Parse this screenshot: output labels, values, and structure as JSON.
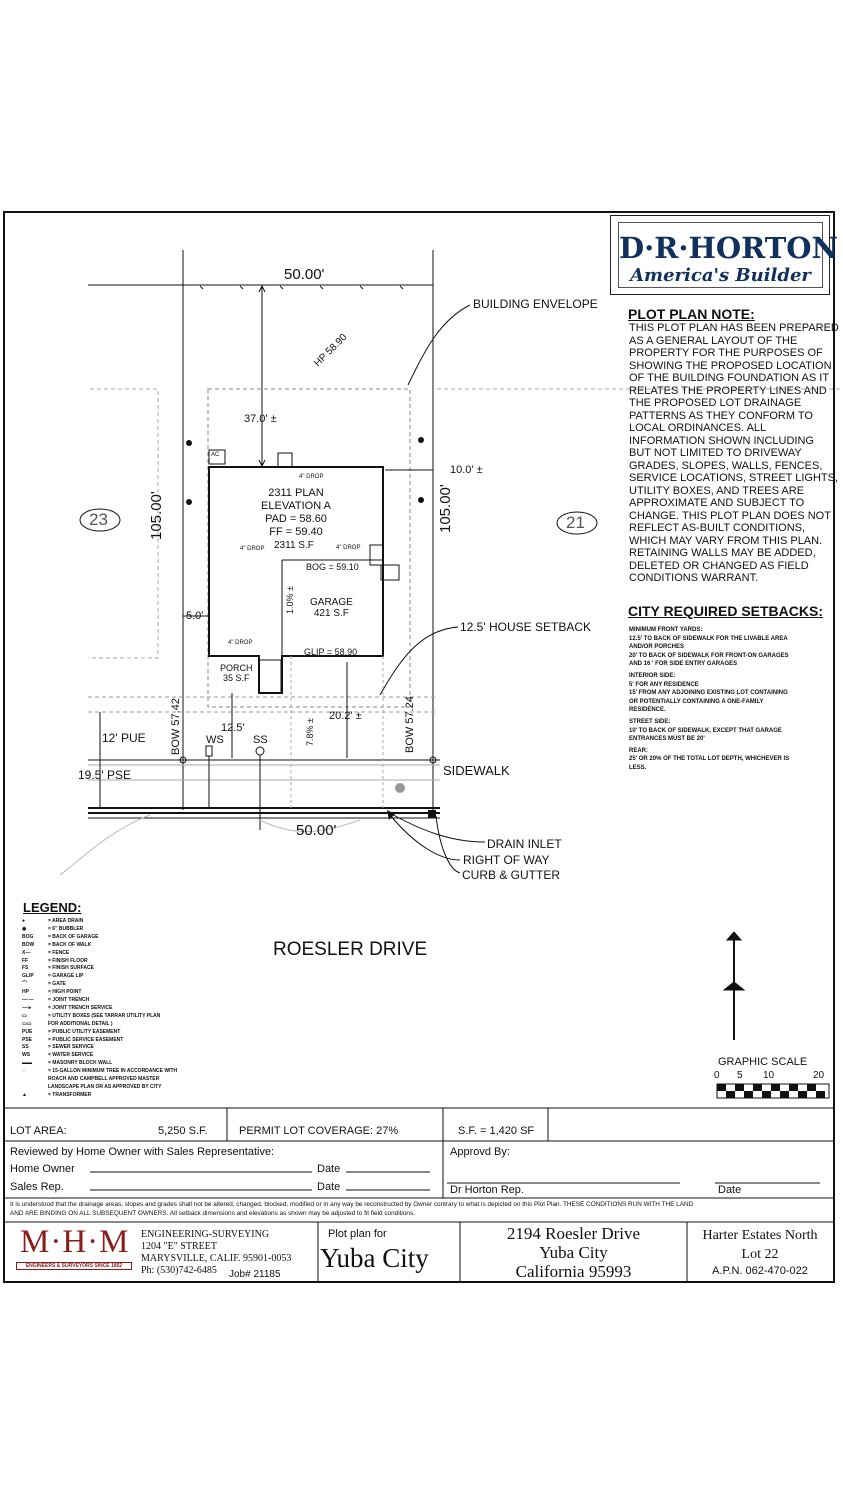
{
  "logo": {
    "brand": "D·R·HORTON",
    "tagline": "America's Builder"
  },
  "plot_note": {
    "title": "PLOT PLAN NOTE:",
    "lines": [
      "THIS PLOT PLAN HAS BEEN PREPARED",
      "AS A GENERAL LAYOUT OF THE",
      "PROPERTY FOR THE PURPOSES OF",
      "SHOWING THE PROPOSED LOCATION",
      "OF THE BUILDING FOUNDATION AS IT",
      "RELATES THE PROPERTY LINES AND",
      "THE PROPOSED LOT DRAINAGE",
      "PATTERNS AS THEY CONFORM TO",
      "LOCAL ORDINANCES. ALL",
      "INFORMATION SHOWN INCLUDING",
      "BUT NOT LIMITED TO DRIVEWAY",
      "GRADES, SLOPES, WALLS, FENCES,",
      "SERVICE LOCATIONS, STREET LIGHTS,",
      "UTILITY BOXES, AND TREES ARE",
      "APPROXIMATE AND SUBJECT TO",
      "CHANGE. THIS PLOT PLAN DOES NOT",
      "REFLECT AS-BUILT CONDITIONS,",
      "WHICH MAY VARY FROM THIS PLAN.",
      "RETAINING WALLS MAY BE ADDED,",
      "DELETED OR CHANGED AS FIELD",
      "CONDITIONS WARRANT."
    ]
  },
  "setbacks": {
    "title": "CITY REQUIRED SETBACKS:",
    "lines": [
      "MINIMUM FRONT YARDS:",
      "12.5' TO BACK OF SIDEWALK FOR THE LIVABLE AREA",
      "AND/OR PORCHES",
      "20' TO BACK OF SIDEWALK FOR FRONT-ON GARAGES",
      "AND 16 ' FOR SIDE ENTRY GARAGES",
      "",
      "INTERIOR SIDE:",
      "5' FOR ANY RESIDENCE",
      "15' FROM ANY ADJOINING EXISTING LOT CONTAINING",
      "OR POTENTIALLY CONTAINING A ONE-FAMILY",
      "RESIDENCE.",
      "",
      "STREET SIDE:",
      "10' TO BACK OF SIDEWALK, EXCEPT THAT GARAGE",
      "ENTRANCES MUST BE 20'",
      "",
      "REAR:",
      "25' OR 20% OF THE TOTAL LOT DEPTH, WHICHEVER IS",
      "LESS."
    ]
  },
  "plan": {
    "top_width": "50.00'",
    "bottom_width": "50.00'",
    "left_depth": "105.00'",
    "right_depth": "105.00'",
    "building_envelope": "BUILDING ENVELOPE",
    "hp": "HP 58.90",
    "rear_setback": "37.0' ±",
    "side_setback_right": "10.0' ±",
    "side_setback_left": "5.0'",
    "lot_left": "23",
    "lot_right": "21",
    "ac": "AC",
    "drop": "4\" DROP",
    "plan_name": "2311 PLAN",
    "elevation": "ELEVATION A",
    "pad": "PAD = 58.60",
    "ff": "FF = 59.40",
    "house_sf": "2311 S.F",
    "bog": "BOG = 59.10",
    "slope": "1.0% ±",
    "garage": "GARAGE",
    "garage_sf": "421 S.F",
    "glip": "GLIP = 58.90",
    "house_setback": "12.5' HOUSE SETBACK",
    "porch": "PORCH",
    "porch_sf": "35 S.F",
    "front_12_5": "12.5'",
    "front_20_2": "20.2' ±",
    "drive_slope": "7.8% ±",
    "pue": "12' PUE",
    "pse": "19.5' PSE",
    "bow_left": "BOW 57.42",
    "bow_right": "BOW 57.24",
    "ws": "WS",
    "ss": "SS",
    "sidewalk": "SIDEWALK",
    "drain_inlet": "DRAIN INLET",
    "right_of_way": "RIGHT OF WAY",
    "curb": "CURB & GUTTER",
    "street": "ROESLER DRIVE"
  },
  "legend": {
    "title": "LEGEND:",
    "items": [
      {
        "k": "●",
        "v": "= AREA DRAIN"
      },
      {
        "k": "◉",
        "v": "= 6\" BUBBLER"
      },
      {
        "k": "BOG",
        "v": "= BACK OF GARAGE"
      },
      {
        "k": "BOW",
        "v": "= BACK OF WALK"
      },
      {
        "k": "X—",
        "v": "= FENCE"
      },
      {
        "k": "FF",
        "v": "= FINISH FLOOR"
      },
      {
        "k": "FS",
        "v": "= FINISH SURFACE"
      },
      {
        "k": "GLIP",
        "v": "= GARAGE LIP"
      },
      {
        "k": "⌒",
        "v": "= GATE"
      },
      {
        "k": "HP",
        "v": "= HIGH POINT"
      },
      {
        "k": "—·—",
        "v": "= JOINT TRENCH"
      },
      {
        "k": "—·▸",
        "v": "= JOINT TRENCH SERVICE"
      },
      {
        "k": "▭",
        "v": "= UTILITY BOXES (SEE TARRAR UTILITY PLAN"
      },
      {
        "k": "▭▭",
        "v": "FOR ADDITIONAL DETAIL )"
      },
      {
        "k": "PUE",
        "v": "= PUBLIC UTILITY EASEMENT"
      },
      {
        "k": "PSE",
        "v": "= PUBLIC SERVICE EASEMENT"
      },
      {
        "k": "SS",
        "v": "= SEWER SERVICE"
      },
      {
        "k": "WS",
        "v": "= WATER SERVICE"
      },
      {
        "k": "▬▬",
        "v": "= MASONRY BLOCK WALL"
      },
      {
        "k": "◌",
        "v": "= 15-GALLON MINIMUM TREE IN ACCORDANCE WITH"
      },
      {
        "k": "",
        "v": "ROACH AND CAMPBELL APPROVED MASTER"
      },
      {
        "k": "",
        "v": "LANDSCAPE PLAN OR AS APPROVED BY CITY"
      },
      {
        "k": "▲",
        "v": "= TRANSFORMER"
      }
    ]
  },
  "scale": {
    "title": "GRAPHIC SCALE",
    "ticks": [
      "0",
      "5",
      "10",
      "20"
    ]
  },
  "info": {
    "lot_area_label": "LOT AREA:",
    "lot_area_value": "5,250 S.F.",
    "coverage": "PERMIT LOT COVERAGE: 27%",
    "sf": "S.F. = 1,420 SF",
    "reviewed": "Reviewed by Home Owner with Sales Representative:",
    "home_owner": "Home Owner",
    "sales_rep": "Sales Rep.",
    "date1": "Date",
    "date2": "Date",
    "approved_by": "Approvd By:",
    "dr_horton_rep": "Dr Horton Rep.",
    "date3": "Date",
    "disclaimer1": "It is understood that the drainage areas, slopes and grades shall not be altered, changed, blocked, modified or in any way be reconstructed by Owner contrary to what is depicted on this Plot Plan.  THESE CONDITIONS RUN WITH THE LAND",
    "disclaimer2": "AND ARE BINDING ON ALL SUBSEQUENT OWNERS.  All setback dimensions and elevations as shown may be adjusted to fit field conditions."
  },
  "footer": {
    "mhm": "M·H·M",
    "mhm_sub": "ENGINEERS & SURVEYORS SINCE 1852",
    "firm1": "ENGINEERING-SURVEYING",
    "firm2": "1204 \"E\" STREET",
    "firm3": "MARYSVILLE, CALIF. 95901-0053",
    "phone": "Ph: (530)742-6485",
    "job": "Job# 21185",
    "plot_for": "Plot plan for",
    "city": "Yuba City",
    "addr1": "2194 Roesler Drive",
    "addr2": "Yuba City",
    "addr3": "California 95993",
    "sub1": "Harter Estates North",
    "lot": "Lot 22",
    "apn": "A.P.N. 062-470-022"
  }
}
